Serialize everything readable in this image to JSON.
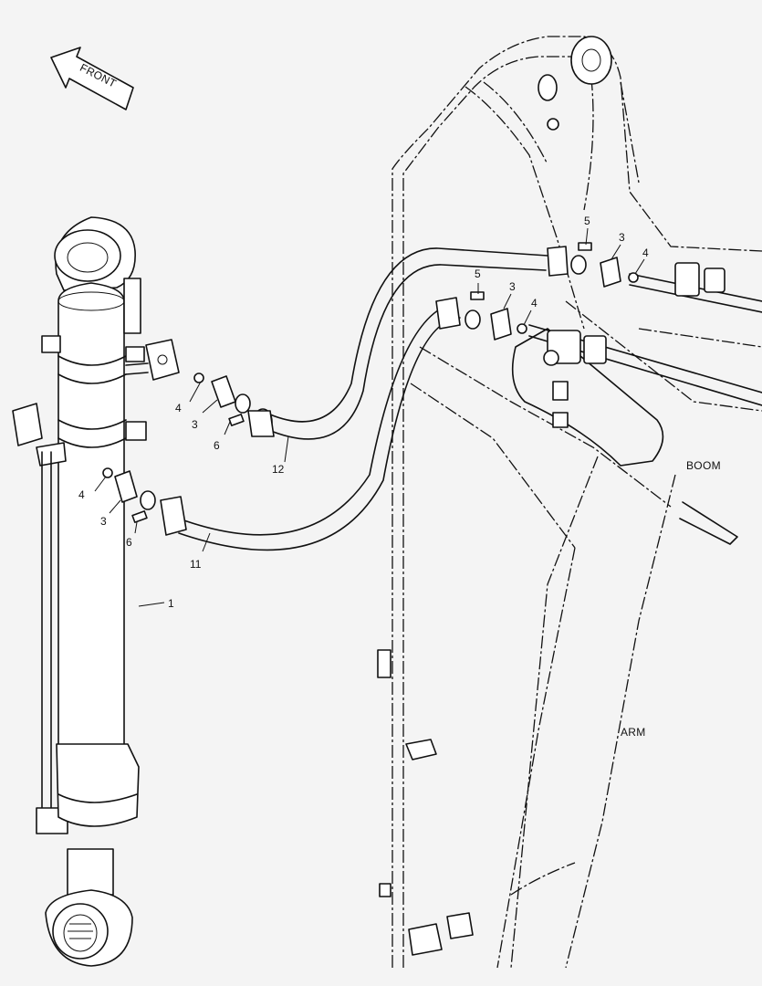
{
  "direction_label": "FRONT",
  "zone_labels": {
    "boom": "BOOM",
    "arm": "ARM"
  },
  "callouts": {
    "item_1": "1",
    "item_3a": "3",
    "item_4a": "4",
    "item_6a": "6",
    "item_3b": "3",
    "item_4b": "4",
    "item_6b": "6",
    "item_5c": "5",
    "item_3c": "3",
    "item_4c": "4",
    "item_5d": "5",
    "item_3d": "3",
    "item_4d": "4",
    "item_11": "11",
    "item_12": "12"
  }
}
